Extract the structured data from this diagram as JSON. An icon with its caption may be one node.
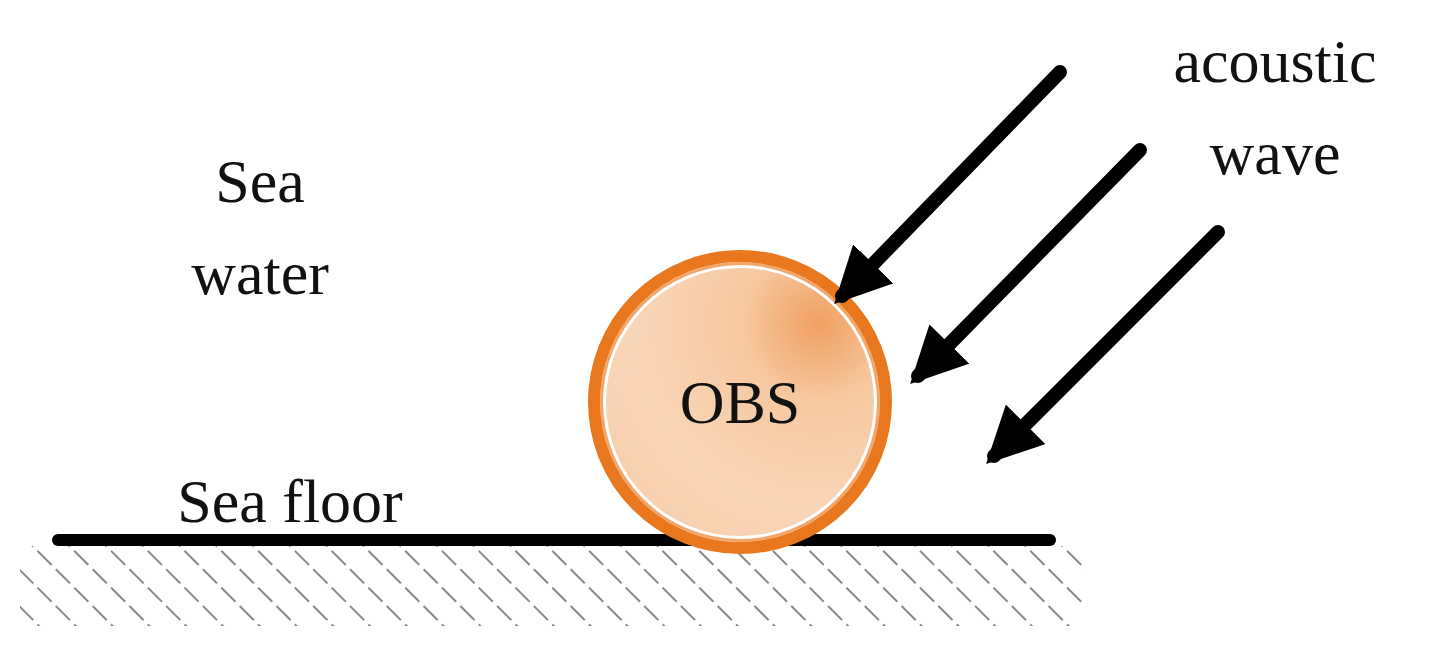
{
  "diagram": {
    "nodes": [
      {
        "text": [
          "OBS"
        ]
      }
    ],
    "labels": [
      "acoustic wave",
      "Sea water",
      "Sea floor"
    ]
  }
}
